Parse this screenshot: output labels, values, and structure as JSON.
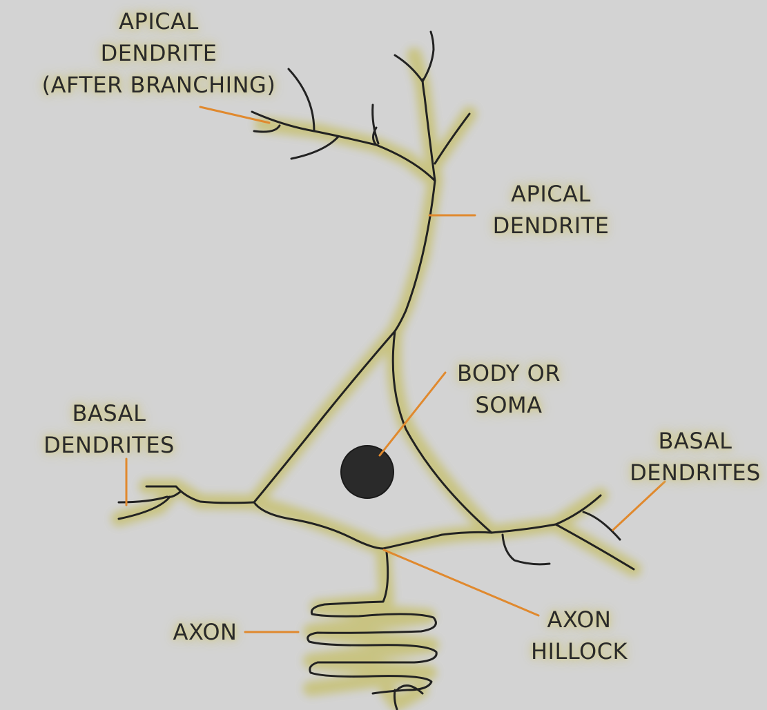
{
  "labels": {
    "apical_dendrite_branching": [
      "APICAL",
      "DENDRITE",
      "(AFTER BRANCHING)"
    ],
    "apical_dendrite": [
      "APICAL",
      "DENDRITE"
    ],
    "body_or_soma": [
      "BODY OR",
      "SOMA"
    ],
    "basal_dendrites_left": [
      "BASAL",
      "DENDRITES"
    ],
    "basal_dendrites_right": [
      "BASAL",
      "DENDRITES"
    ],
    "axon": [
      "AXON"
    ],
    "axon_hillock": [
      "AXON",
      "HILLOCK"
    ]
  },
  "colors": {
    "background": "#d3d3d3",
    "outline": "#222222",
    "glow": "#c8c27a",
    "leader_line": "#e0892e",
    "nucleus": "#2a2a2a"
  }
}
